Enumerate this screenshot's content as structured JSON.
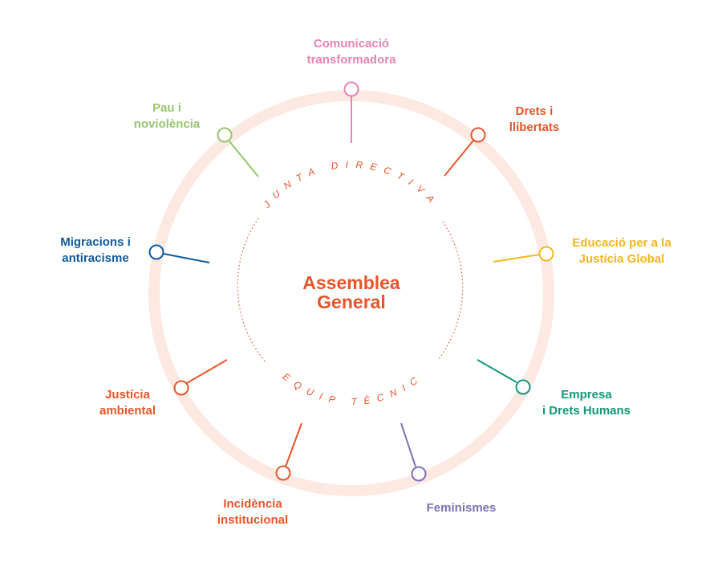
{
  "colors": {
    "ring": "#fce9e2",
    "inner_arc": "#e8552a",
    "orange": "#e8552a",
    "pink": "#e784b4",
    "green": "#96c66e",
    "blue": "#0f5a9e",
    "yellow": "#f2b820",
    "teal": "#12977a",
    "purple": "#7d70b4"
  },
  "center": {
    "title_line1": "Assemblea",
    "title_line2": "General",
    "top_arc_text": "JUNTA DIRECTIVA",
    "bottom_arc_text": "EQUIP TÈCNIC"
  },
  "nodes": [
    {
      "id": "comunicacio",
      "icon": "circle-pin-icon",
      "color": "pink",
      "line1": "Comunicació",
      "line2": "transformadora"
    },
    {
      "id": "drets",
      "icon": "circle-pin-icon",
      "color": "orange",
      "line1": "Drets i",
      "line2": "llibertats"
    },
    {
      "id": "educacio",
      "icon": "circle-pin-icon",
      "color": "yellow",
      "line1": "Educació per a la",
      "line2": "Justícia Global"
    },
    {
      "id": "empresa",
      "icon": "circle-pin-icon",
      "color": "teal",
      "line1": "Empresa",
      "line2": "i Drets Humans"
    },
    {
      "id": "feminismes",
      "icon": "circle-pin-icon",
      "color": "purple",
      "line1": "Feminismes",
      "line2": ""
    },
    {
      "id": "incidencia",
      "icon": "circle-pin-icon",
      "color": "orange",
      "line1": "Incidència",
      "line2": "institucional"
    },
    {
      "id": "justicia",
      "icon": "circle-pin-icon",
      "color": "orange",
      "line1": "Justícia",
      "line2": "ambiental"
    },
    {
      "id": "migracions",
      "icon": "circle-pin-icon",
      "color": "blue",
      "line1": "Migracions i",
      "line2": "antiracisme"
    },
    {
      "id": "pau",
      "icon": "circle-pin-icon",
      "color": "green",
      "line1": "Pau i",
      "line2": "noviolència"
    }
  ]
}
